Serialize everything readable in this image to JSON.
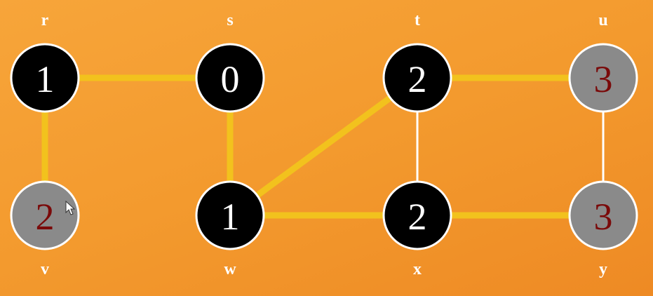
{
  "colors": {
    "visited_fill": "#000000",
    "visited_text": "#ffffff",
    "frontier_fill": "#8a8a8a",
    "frontier_text": "#7a0a0a",
    "tree_edge": "#f2c21d",
    "plain_edge": "#ffffff"
  },
  "nodes": [
    {
      "id": "r",
      "name": "r",
      "distance": "1",
      "state": "visited"
    },
    {
      "id": "s",
      "name": "s",
      "distance": "0",
      "state": "visited"
    },
    {
      "id": "t",
      "name": "t",
      "distance": "2",
      "state": "visited"
    },
    {
      "id": "u",
      "name": "u",
      "distance": "3",
      "state": "frontier"
    },
    {
      "id": "v",
      "name": "v",
      "distance": "2",
      "state": "frontier"
    },
    {
      "id": "w",
      "name": "w",
      "distance": "1",
      "state": "visited"
    },
    {
      "id": "x",
      "name": "x",
      "distance": "2",
      "state": "visited"
    },
    {
      "id": "y",
      "name": "y",
      "distance": "3",
      "state": "frontier"
    }
  ],
  "edges": [
    {
      "from": "r",
      "to": "s",
      "kind": "tree"
    },
    {
      "from": "r",
      "to": "v",
      "kind": "tree"
    },
    {
      "from": "s",
      "to": "w",
      "kind": "tree"
    },
    {
      "from": "w",
      "to": "t",
      "kind": "tree"
    },
    {
      "from": "w",
      "to": "x",
      "kind": "tree"
    },
    {
      "from": "t",
      "to": "u",
      "kind": "tree"
    },
    {
      "from": "x",
      "to": "y",
      "kind": "tree"
    },
    {
      "from": "t",
      "to": "x",
      "kind": "plain"
    },
    {
      "from": "u",
      "to": "y",
      "kind": "plain"
    }
  ]
}
